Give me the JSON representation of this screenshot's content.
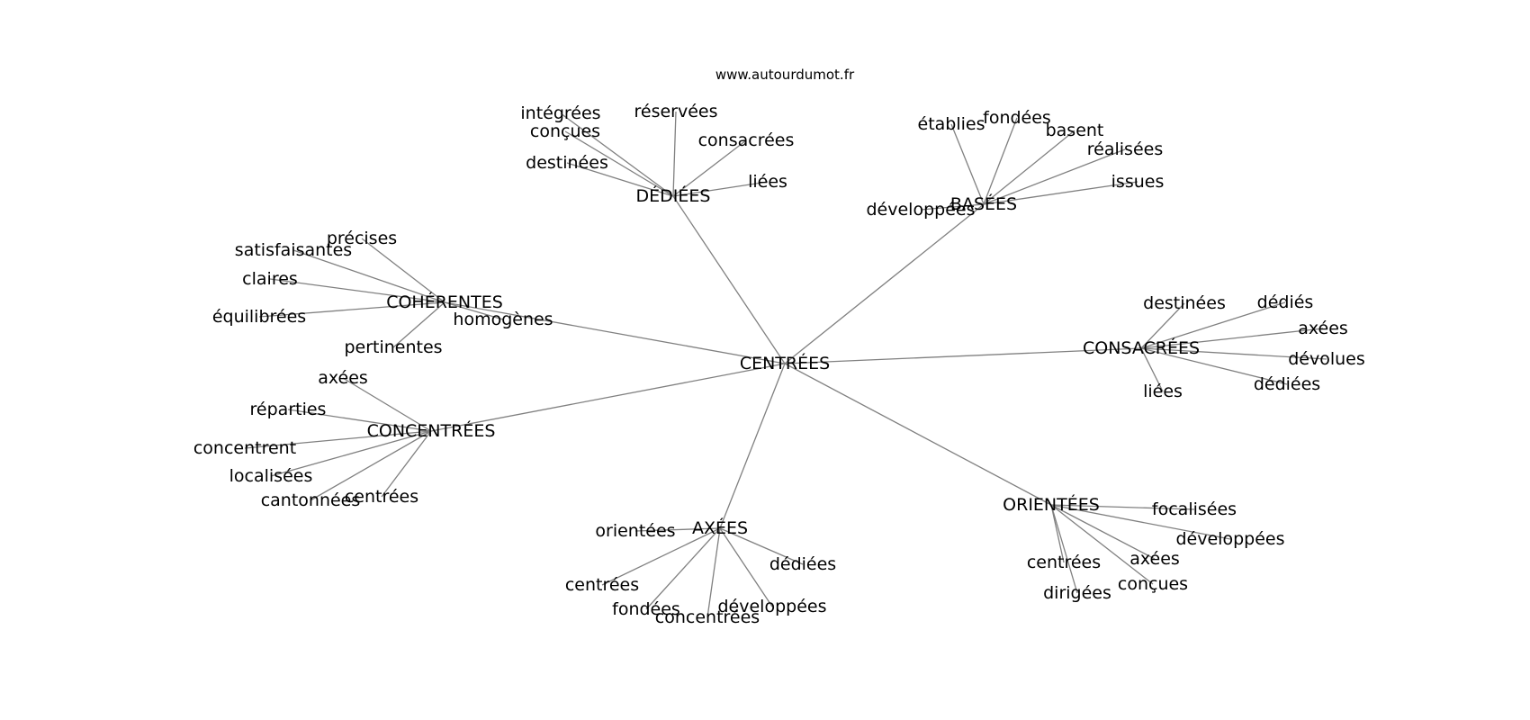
{
  "site": "www.autourdumot.fr",
  "graph": {
    "center": "CENTRÉES",
    "hubs": [
      {
        "name": "DÉDIÉES",
        "leaves": [
          "intégrées",
          "réservées",
          "conçues",
          "consacrées",
          "destinées",
          "liées"
        ]
      },
      {
        "name": "BASÉES",
        "leaves": [
          "établies",
          "fondées",
          "basent",
          "réalisées",
          "issues",
          "développées"
        ]
      },
      {
        "name": "COHÉRENTES",
        "leaves": [
          "précises",
          "satisfaisantes",
          "claires",
          "équilibrées",
          "homogènes",
          "pertinentes"
        ]
      },
      {
        "name": "CONSACRÉES",
        "leaves": [
          "destinées",
          "dédiés",
          "axées",
          "dévolues",
          "dédiées",
          "liées"
        ]
      },
      {
        "name": "CONCENTRÉES",
        "leaves": [
          "axées",
          "réparties",
          "concentrent",
          "localisées",
          "cantonnées",
          "centrées"
        ]
      },
      {
        "name": "AXÉES",
        "leaves": [
          "orientées",
          "dédiées",
          "centrées",
          "fondées",
          "concentrées",
          "développées"
        ]
      },
      {
        "name": "ORIENTÉES",
        "leaves": [
          "focalisées",
          "développées",
          "centrées",
          "axées",
          "dirigées",
          "conçues"
        ]
      }
    ]
  }
}
